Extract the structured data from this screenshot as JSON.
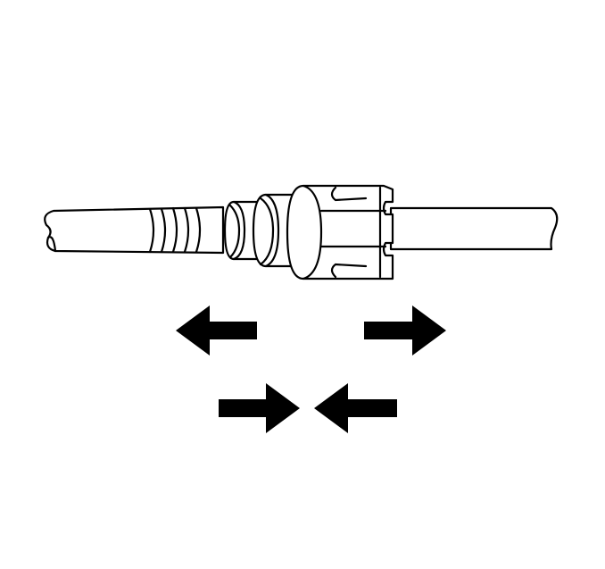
{
  "diagram": {
    "subject": "fitting-connector",
    "colors": {
      "line": "#000000",
      "background": "#ffffff",
      "arrow": "#000000"
    },
    "arrows": [
      {
        "direction": "left",
        "row": 1
      },
      {
        "direction": "right",
        "row": 1
      },
      {
        "direction": "right",
        "row": 2
      },
      {
        "direction": "left",
        "row": 2
      }
    ]
  }
}
